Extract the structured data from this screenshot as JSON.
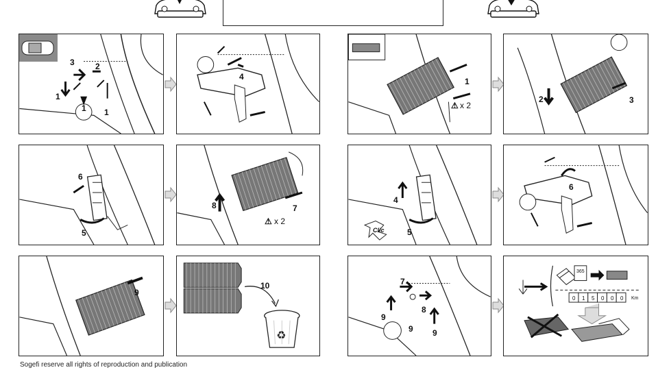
{
  "footer": {
    "text": "Sogefi reserve all rights of reproduction and publication"
  },
  "panels": {
    "p1": {
      "labels": [
        "3",
        "2",
        "1",
        "1",
        "1"
      ]
    },
    "p2": {
      "labels": [
        "4"
      ]
    },
    "p3": {
      "labels": [
        "1",
        "x 2"
      ]
    },
    "p4": {
      "labels": [
        "2",
        "3"
      ]
    },
    "p5": {
      "labels": [
        "6",
        "5"
      ]
    },
    "p6": {
      "labels": [
        "8",
        "7",
        "x 2"
      ]
    },
    "p7": {
      "labels": [
        "4",
        "5",
        "Clic"
      ]
    },
    "p8": {
      "labels": [
        "6"
      ]
    },
    "p9": {
      "labels": [
        "9"
      ]
    },
    "p10": {
      "labels": [
        "10"
      ]
    },
    "p11": {
      "labels": [
        "7",
        "8",
        "9",
        "9",
        "9"
      ]
    },
    "p12": {
      "labels": [
        "365",
        "Km"
      ],
      "odometer": [
        "0",
        "1",
        "5",
        "0",
        "0",
        "0"
      ]
    }
  }
}
